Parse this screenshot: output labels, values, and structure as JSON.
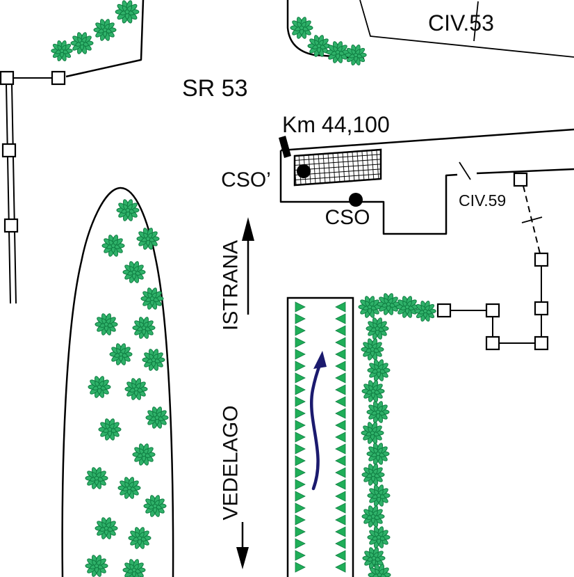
{
  "labels": {
    "civ53": "CIV.53",
    "sr53": "SR 53",
    "km_marker": "Km 44,100",
    "cso_prime": "CSO’",
    "cso": "CSO",
    "civ59": "CIV.59",
    "direction_up": "ISTRANA",
    "direction_down": "VEDELAGO"
  },
  "colors": {
    "paper": "#ffffff",
    "ink": "#000000",
    "bush_green": "#2fb169",
    "bush_outline": "#0e7c41",
    "hedge_green": "#1fae58",
    "route_arrow_navy": "#1b1a6e"
  },
  "icons": {
    "bush": "bush-icon",
    "hedge_triangle": "hedge-triangle-icon",
    "survey_marker": "survey-marker-square-icon",
    "cso_point": "filled-circle-point-icon",
    "istrana_arrow": "arrow-up-icon",
    "vedelago_arrow": "arrow-down-icon",
    "route_arrow": "curved-arrow-up-icon",
    "km_post": "km-post-icon"
  }
}
